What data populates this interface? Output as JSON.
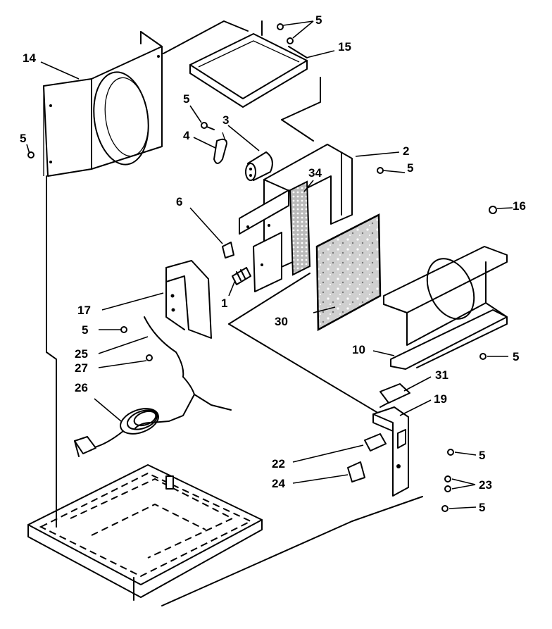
{
  "callouts": {
    "c14": "14",
    "c5a": "5",
    "c15": "15",
    "c5b": "5",
    "c3": "3",
    "c4": "4",
    "c2": "2",
    "c5c": "5",
    "c5d": "5",
    "c34": "34",
    "c6": "6",
    "c16": "16",
    "c1": "1",
    "c17": "17",
    "c5e": "5",
    "c30": "30",
    "c25": "25",
    "c27": "27",
    "c10": "10",
    "c5f": "5",
    "c31": "31",
    "c26": "26",
    "c19": "19",
    "c5g": "5",
    "c22": "22",
    "c24": "24",
    "c23": "23",
    "c5h": "5"
  }
}
